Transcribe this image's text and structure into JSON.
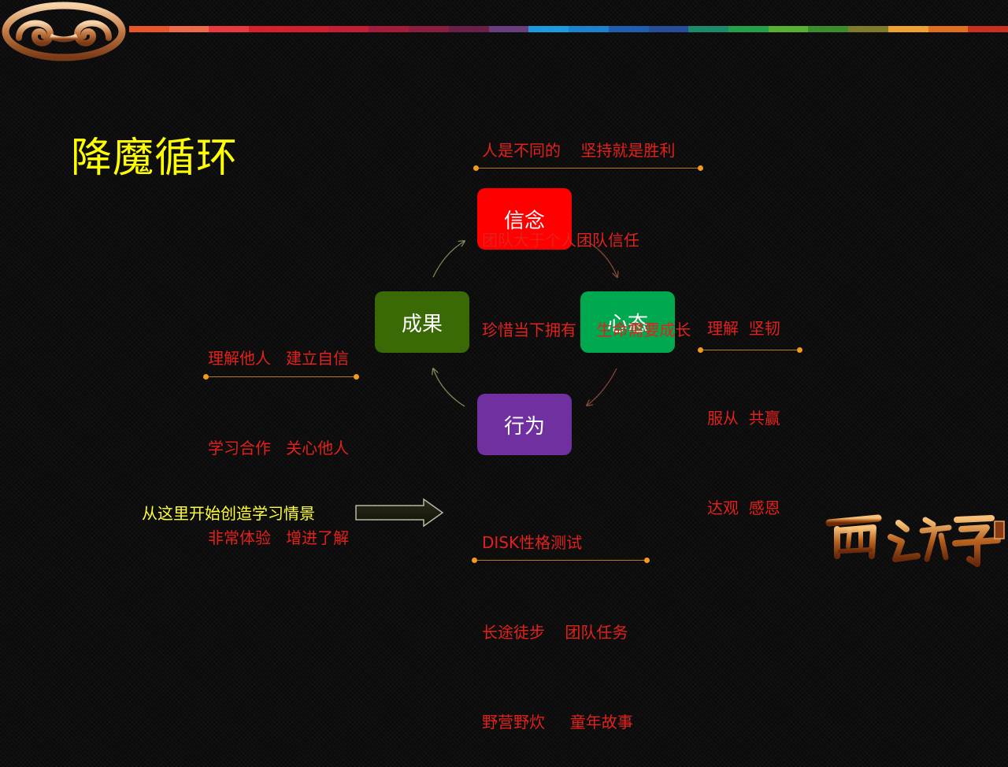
{
  "title": "降魔循环",
  "colors": {
    "title": "#ffff00",
    "text_red": "#e3211c",
    "start_text": "#ffff33",
    "node_belief": "#ff0000",
    "node_mindset": "#00a94f",
    "node_behavior": "#7030a0",
    "node_result": "#3a6a06",
    "color_bar": [
      "#e8552a",
      "#ef6a48",
      "#e9393c",
      "#d6202a",
      "#d0202e",
      "#c41e35",
      "#a41c3c",
      "#8a1e3e",
      "#6a2046",
      "#6a3e7c",
      "#1e9ae0",
      "#1b82d0",
      "#1e5fb0",
      "#264c9a",
      "#1c8a6a",
      "#23a04a",
      "#58b030",
      "#3c8c2c",
      "#7c7c2c",
      "#f0a030",
      "#e07020",
      "#c83020"
    ]
  },
  "nodes": {
    "belief": "信念",
    "mindset": "心态",
    "behavior": "行为",
    "result": "成果"
  },
  "notes": {
    "belief": [
      "人是不同的    坚持就是胜利",
      "团队大于个人团队信任",
      "珍惜当下拥有    生命需要成长"
    ],
    "mindset": [
      "理解  坚韧",
      "服从  共赢",
      "达观  感恩"
    ],
    "behavior": [
      "DISK性格测试",
      "长途徒步    团队任务",
      "野营野炊     童年故事"
    ],
    "result": [
      "理解他人   建立自信",
      "学习合作   关心他人",
      "非常体验   增进了解"
    ]
  },
  "start_text": "从这里开始创造学习情景",
  "icons": {
    "top_left_logo": "golden-headband-icon",
    "bottom_right_logo": "xiyou-calligraphy-logo"
  }
}
